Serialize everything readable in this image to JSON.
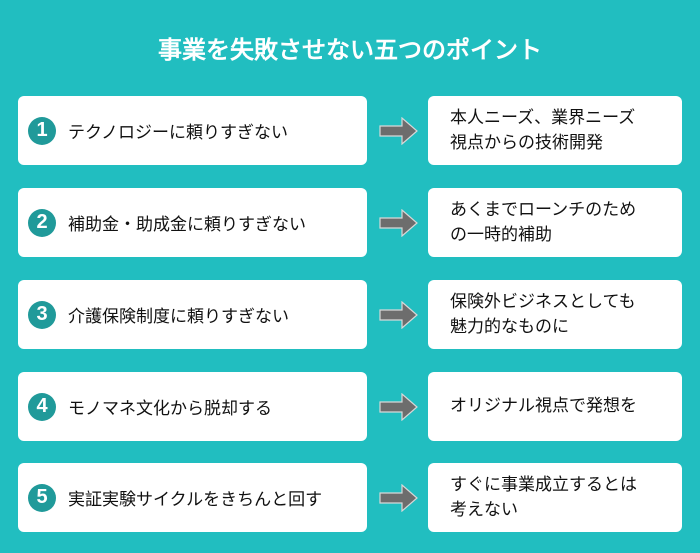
{
  "title": "事業を失敗させない五つのポイント",
  "colors": {
    "background": "#21BEC0",
    "number_circle": "#209A9A",
    "arrow": "#6D6D6D",
    "box": "#FFFFFF",
    "text": "#111111"
  },
  "points": [
    {
      "number": "1",
      "avoid": "テクノロジーに頼りすぎない",
      "instead": "本人ニーズ、業界ニーズ\n視点からの技術開発"
    },
    {
      "number": "2",
      "avoid": "補助金・助成金に頼りすぎない",
      "instead": "あくまでローンチのため\nの一時的補助"
    },
    {
      "number": "3",
      "avoid": "介護保険制度に頼りすぎない",
      "instead": "保険外ビジネスとしても\n魅力的なものに"
    },
    {
      "number": "4",
      "avoid": "モノマネ文化から脱却する",
      "instead": "オリジナル視点で発想を"
    },
    {
      "number": "5",
      "avoid": "実証実験サイクルをきちんと回す",
      "instead": "すぐに事業成立するとは\n考えない"
    }
  ]
}
